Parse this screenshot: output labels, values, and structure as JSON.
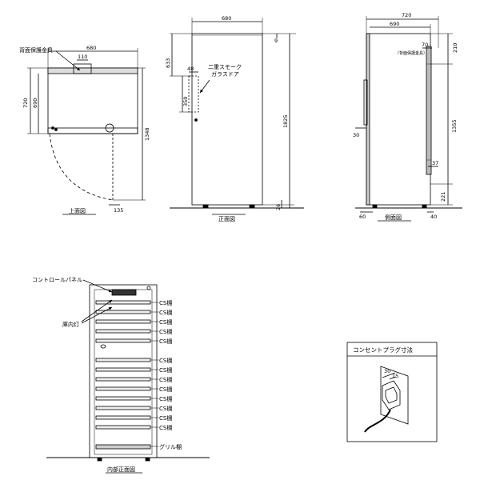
{
  "top_view": {
    "label": "上面図",
    "callout_back_bracket": "背面保護金具",
    "dim_width": "680",
    "dim_110": "110",
    "dim_720": "720",
    "dim_690": "690",
    "dim_1348": "1348",
    "dim_135": "135"
  },
  "front_view": {
    "label": "正面図",
    "door_note_line1": "二重スモーク",
    "door_note_line2": "ガラスドア",
    "dim_width": "680",
    "dim_9": "9",
    "dim_633": "633",
    "dim_48": "48",
    "dim_350": "350",
    "dim_1825": "1825",
    "dim_26": "26"
  },
  "side_view": {
    "label": "側面図",
    "dim_720": "720",
    "dim_690": "690",
    "dim_210": "210",
    "dim_70": "70",
    "note_back_bracket": "（背面保護金具）",
    "dim_1355": "1355",
    "dim_30": "30",
    "dim_37": "37",
    "dim_221": "221",
    "dim_60": "60",
    "dim_40": "40"
  },
  "interior_view": {
    "label": "内部正面図",
    "control_panel": "コントロールパネル",
    "interior_light": "庫内灯",
    "shelf_labels": [
      "CS棚",
      "CS棚",
      "CS棚",
      "CS棚",
      "CS棚",
      "CS棚",
      "CS棚",
      "CS棚",
      "CS棚",
      "CS棚",
      "CS棚",
      "CS棚",
      "CS棚"
    ],
    "grill_shelf": "グリル棚"
  },
  "plug_detail": {
    "title": "コンセントプラグ寸法",
    "dim_30": "30",
    "dim_15": "15"
  }
}
